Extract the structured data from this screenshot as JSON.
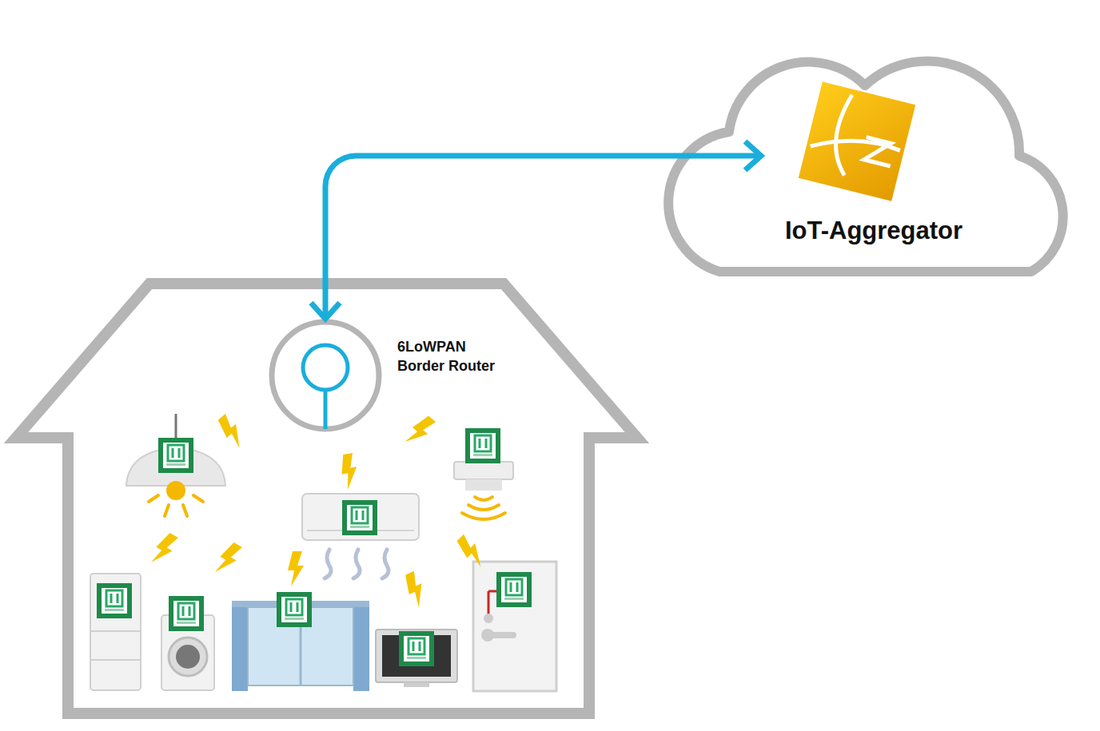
{
  "diagram": {
    "nodes": [
      {
        "text": [
          "IoT-Aggregator"
        ]
      },
      {
        "text": [
          "6LoWPAN Border Router"
        ]
      }
    ],
    "edges": [
      {
        "from": 0,
        "to": 1,
        "arrow": "both"
      }
    ]
  }
}
